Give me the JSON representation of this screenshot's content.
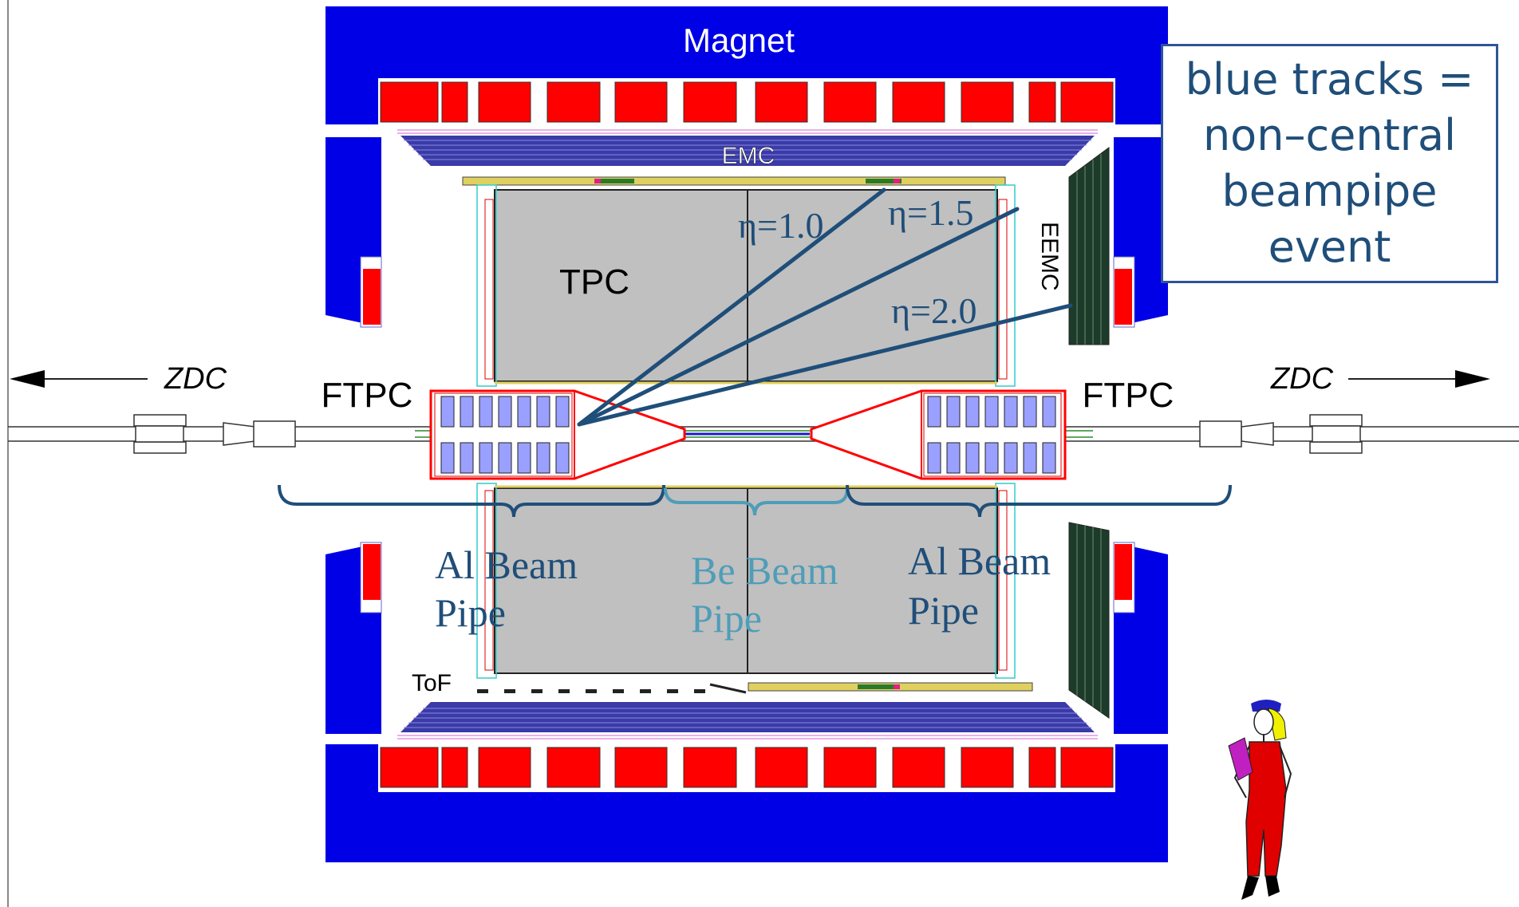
{
  "labels": {
    "magnet": "Magnet",
    "emc": "EMC",
    "eemc": "EEMC",
    "tpc": "TPC",
    "ftpc_left": "FTPC",
    "ftpc_right": "FTPC",
    "zdc_left": "ZDC",
    "zdc_right": "ZDC",
    "tof": "ToF"
  },
  "eta_labels": [
    "η=1.0",
    "η=1.5",
    "η=2.0"
  ],
  "beam_pipes": {
    "left_line1": "Al Beam",
    "left_line2": "Pipe",
    "center_line1": "Be Beam",
    "center_line2": "Pipe",
    "right_line1": "Al Beam",
    "right_line2": "Pipe"
  },
  "note": {
    "lines": [
      "blue tracks =",
      "non–central",
      "beampipe",
      "event"
    ]
  },
  "colors": {
    "magnet_blue": "#0000e6",
    "coil_red": "#ff0000",
    "tpc_gray": "#c0c0c0",
    "track_blue": "#1f4e79",
    "be_pipe_teal": "#4f9db8",
    "note_border": "#2e5597"
  }
}
